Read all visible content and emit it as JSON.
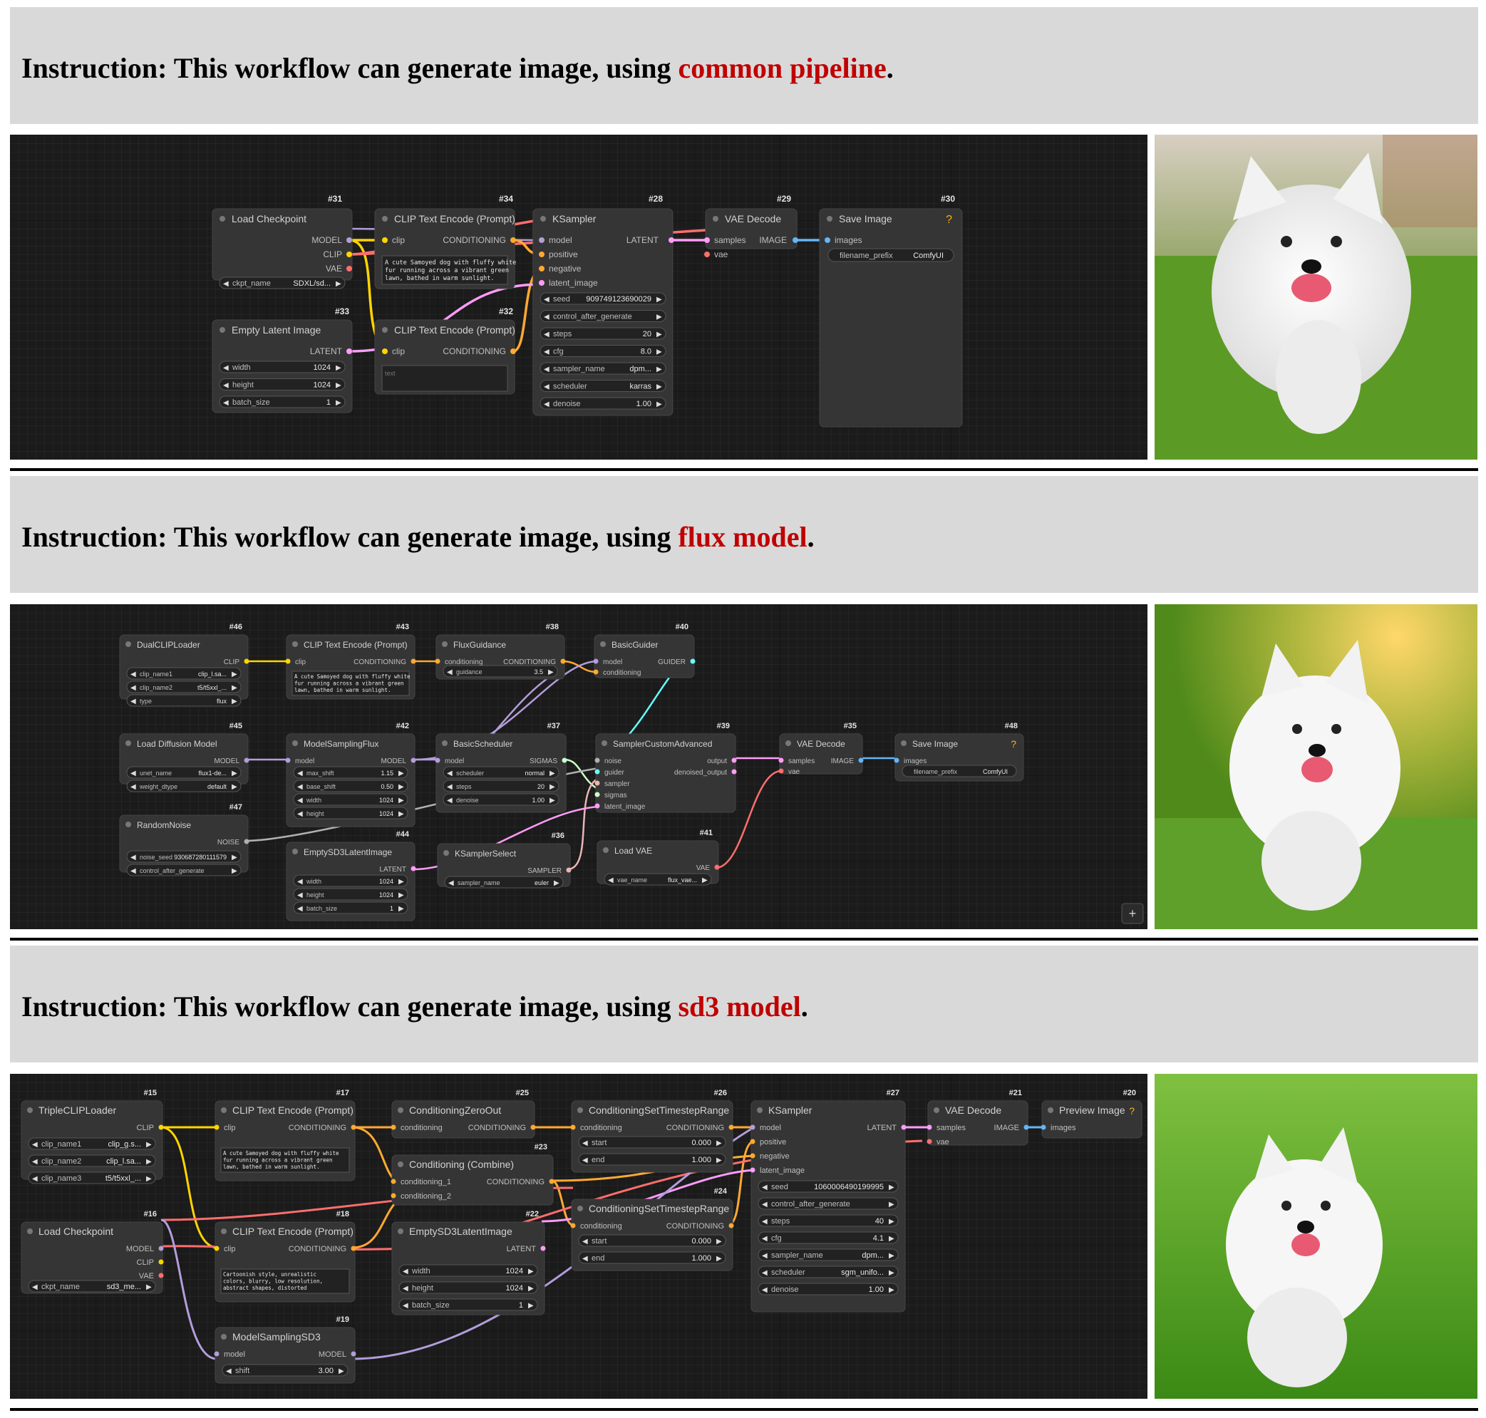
{
  "sections": [
    {
      "instruction_prefix": "Instruction: This workflow can generate image, using ",
      "instruction_highlight": "common pipeline",
      "instruction_suffix": ".",
      "nodes": {
        "load_checkpoint": {
          "id": "#31",
          "title": "Load Checkpoint",
          "outputs": [
            "MODEL",
            "CLIP",
            "VAE"
          ],
          "widget_name": "ckpt_name",
          "widget_value": "SDXL/sd..."
        },
        "clip_encode_pos": {
          "id": "#34",
          "title": "CLIP Text Encode (Prompt)",
          "input": "clip",
          "output": "CONDITIONING",
          "text": [
            "A cute Samoyed dog with fluffy white",
            "fur running across a vibrant green",
            "lawn, bathed in warm sunlight."
          ]
        },
        "ksampler": {
          "id": "#28",
          "title": "KSampler",
          "inputs": [
            "model",
            "positive",
            "negative",
            "latent_image"
          ],
          "output": "LATENT",
          "widgets": [
            {
              "name": "seed",
              "value": "909749123690029"
            },
            {
              "name": "control_after_generate",
              "value": ""
            },
            {
              "name": "steps",
              "value": "20"
            },
            {
              "name": "cfg",
              "value": "8.0"
            },
            {
              "name": "sampler_name",
              "value": "dpm..."
            },
            {
              "name": "scheduler",
              "value": "karras"
            },
            {
              "name": "denoise",
              "value": "1.00"
            }
          ]
        },
        "vae_decode": {
          "id": "#29",
          "title": "VAE Decode",
          "inputs": [
            "samples",
            "vae"
          ],
          "output": "IMAGE"
        },
        "save_image": {
          "id": "#30",
          "title": "Save Image",
          "input": "images",
          "widget_name": "filename_prefix",
          "widget_value": "ComfyUI",
          "help": "?"
        },
        "empty_latent": {
          "id": "#33",
          "title": "Empty Latent Image",
          "output": "LATENT",
          "widgets": [
            {
              "name": "width",
              "value": "1024"
            },
            {
              "name": "height",
              "value": "1024"
            },
            {
              "name": "batch_size",
              "value": "1"
            }
          ]
        },
        "clip_encode_neg": {
          "id": "#32",
          "title": "CLIP Text Encode (Prompt)",
          "input": "clip",
          "output": "CONDITIONING",
          "placeholder": "text"
        }
      },
      "image_description_icon": "samoyed-dog-photo"
    },
    {
      "instruction_prefix": "Instruction: This workflow can generate image, using ",
      "instruction_highlight": "flux model",
      "instruction_suffix": ".",
      "nodes": {
        "dual_clip": {
          "id": "#46",
          "title": "DualCLIPLoader",
          "output": "CLIP",
          "widgets": [
            {
              "name": "clip_name1",
              "value": "clip_l.sa..."
            },
            {
              "name": "clip_name2",
              "value": "t5/t5xxl_..."
            },
            {
              "name": "type",
              "value": "flux"
            }
          ]
        },
        "clip_encode": {
          "id": "#43",
          "title": "CLIP Text Encode (Prompt)",
          "input": "clip",
          "output": "CONDITIONING",
          "text": [
            "A cute Samoyed dog with fluffy white",
            "fur running across a vibrant green",
            "lawn, bathed in warm sunlight."
          ]
        },
        "flux_guidance": {
          "id": "#38",
          "title": "FluxGuidance",
          "input": "conditioning",
          "output": "CONDITIONING",
          "widget_name": "guidance",
          "widget_value": "3.5"
        },
        "basic_guider": {
          "id": "#40",
          "title": "BasicGuider",
          "inputs": [
            "model",
            "conditioning"
          ],
          "output": "GUIDER"
        },
        "load_diffusion": {
          "id": "#45",
          "title": "Load Diffusion Model",
          "output": "MODEL",
          "widgets": [
            {
              "name": "unet_name",
              "value": "flux1-de..."
            },
            {
              "name": "weight_dtype",
              "value": "default"
            }
          ]
        },
        "model_sampling_flux": {
          "id": "#42",
          "title": "ModelSamplingFlux",
          "input": "model",
          "output": "MODEL",
          "widgets": [
            {
              "name": "max_shift",
              "value": "1.15"
            },
            {
              "name": "base_shift",
              "value": "0.50"
            },
            {
              "name": "width",
              "value": "1024"
            },
            {
              "name": "height",
              "value": "1024"
            }
          ]
        },
        "basic_scheduler": {
          "id": "#37",
          "title": "BasicScheduler",
          "input": "model",
          "output": "SIGMAS",
          "widgets": [
            {
              "name": "scheduler",
              "value": "normal"
            },
            {
              "name": "steps",
              "value": "20"
            },
            {
              "name": "denoise",
              "value": "1.00"
            }
          ]
        },
        "sampler_custom": {
          "id": "#39",
          "title": "SamplerCustomAdvanced",
          "inputs": [
            "noise",
            "guider",
            "sampler",
            "sigmas",
            "latent_image"
          ],
          "outputs": [
            "output",
            "denoised_output"
          ]
        },
        "vae_decode": {
          "id": "#35",
          "title": "VAE Decode",
          "inputs": [
            "samples",
            "vae"
          ],
          "output": "IMAGE"
        },
        "save_image": {
          "id": "#48",
          "title": "Save Image",
          "input": "images",
          "widget_name": "filename_prefix",
          "widget_value": "ComfyUI",
          "help": "?"
        },
        "random_noise": {
          "id": "#47",
          "title": "RandomNoise",
          "output": "NOISE",
          "widgets": [
            {
              "name": "noise_seed",
              "value": "930687280111579"
            },
            {
              "name": "control_after_generate",
              "value": ""
            }
          ]
        },
        "empty_sd3_latent": {
          "id": "#44",
          "title": "EmptySD3LatentImage",
          "output": "LATENT",
          "widgets": [
            {
              "name": "width",
              "value": "1024"
            },
            {
              "name": "height",
              "value": "1024"
            },
            {
              "name": "batch_size",
              "value": "1"
            }
          ]
        },
        "ksampler_select": {
          "id": "#36",
          "title": "KSamplerSelect",
          "output": "SAMPLER",
          "widget_name": "sampler_name",
          "widget_value": "euler"
        },
        "load_vae": {
          "id": "#41",
          "title": "Load VAE",
          "output": "VAE",
          "widget_name": "vae_name",
          "widget_value": "flux_vae..."
        }
      },
      "plus_button": "+",
      "image_description_icon": "samoyed-dog-photo"
    },
    {
      "instruction_prefix": "Instruction: This workflow can generate image, using ",
      "instruction_highlight": "sd3 model",
      "instruction_suffix": ".",
      "nodes": {
        "triple_clip": {
          "id": "#15",
          "title": "TripleCLIPLoader",
          "output": "CLIP",
          "widgets": [
            {
              "name": "clip_name1",
              "value": "clip_g.s..."
            },
            {
              "name": "clip_name2",
              "value": "clip_l.sa..."
            },
            {
              "name": "clip_name3",
              "value": "t5/t5xxl_..."
            }
          ]
        },
        "clip_encode_pos": {
          "id": "#17",
          "title": "CLIP Text Encode (Prompt)",
          "input": "clip",
          "output": "CONDITIONING",
          "text": [
            "A cute Samoyed dog with fluffy white",
            "fur running across a vibrant green",
            "lawn, bathed in warm sunlight."
          ]
        },
        "cond_zero_out": {
          "id": "#25",
          "title": "ConditioningZeroOut",
          "input": "conditioning",
          "output": "CONDITIONING"
        },
        "cond_timestep_1": {
          "id": "#26",
          "title": "ConditioningSetTimestepRange",
          "input": "conditioning",
          "output": "CONDITIONING",
          "widgets": [
            {
              "name": "start",
              "value": "0.000"
            },
            {
              "name": "end",
              "value": "1.000"
            }
          ]
        },
        "ksampler": {
          "id": "#27",
          "title": "KSampler",
          "inputs": [
            "model",
            "positive",
            "negative",
            "latent_image"
          ],
          "output": "LATENT",
          "widgets": [
            {
              "name": "seed",
              "value": "1060006490199995"
            },
            {
              "name": "control_after_generate",
              "value": ""
            },
            {
              "name": "steps",
              "value": "40"
            },
            {
              "name": "cfg",
              "value": "4.1"
            },
            {
              "name": "sampler_name",
              "value": "dpm..."
            },
            {
              "name": "scheduler",
              "value": "sgm_unifo..."
            },
            {
              "name": "denoise",
              "value": "1.00"
            }
          ]
        },
        "vae_decode": {
          "id": "#21",
          "title": "VAE Decode",
          "inputs": [
            "samples",
            "vae"
          ],
          "output": "IMAGE"
        },
        "preview_image": {
          "id": "#20",
          "title": "Preview Image",
          "input": "images",
          "help": "?"
        },
        "cond_combine": {
          "id": "#23",
          "title": "Conditioning (Combine)",
          "inputs": [
            "conditioning_1",
            "conditioning_2"
          ],
          "output": "CONDITIONING"
        },
        "cond_timestep_2": {
          "id": "#24",
          "title": "ConditioningSetTimestepRange",
          "input": "conditioning",
          "output": "CONDITIONING",
          "widgets": [
            {
              "name": "start",
              "value": "0.000"
            },
            {
              "name": "end",
              "value": "1.000"
            }
          ]
        },
        "load_checkpoint": {
          "id": "#16",
          "title": "Load Checkpoint",
          "outputs": [
            "MODEL",
            "CLIP",
            "VAE"
          ],
          "widget_name": "ckpt_name",
          "widget_value": "sd3_me..."
        },
        "clip_encode_neg": {
          "id": "#18",
          "title": "CLIP Text Encode (Prompt)",
          "input": "clip",
          "output": "CONDITIONING",
          "text": [
            "Cartoonish style, unrealistic",
            "colors, blurry, low resolution,",
            "abstract shapes, distorted"
          ]
        },
        "empty_sd3_latent": {
          "id": "#22",
          "title": "EmptySD3LatentImage",
          "output": "LATENT",
          "widgets": [
            {
              "name": "width",
              "value": "1024"
            },
            {
              "name": "height",
              "value": "1024"
            },
            {
              "name": "batch_size",
              "value": "1"
            }
          ]
        },
        "model_sampling_sd3": {
          "id": "#19",
          "title": "ModelSamplingSD3",
          "input": "model",
          "output": "MODEL",
          "widget_name": "shift",
          "widget_value": "3.00"
        }
      },
      "image_description_icon": "samoyed-dog-photo"
    }
  ],
  "colors": {
    "highlight": "#c00000",
    "clip": "#ffd500",
    "model": "#b39ddb",
    "vae": "#ff6e6e",
    "latent": "#ff9cf9",
    "conditioning": "#ffa931",
    "image": "#64b5f6",
    "guider": "#66ffff",
    "sampler": "#ecb4b4",
    "sigmas": "#cdffcd",
    "noise": "#b0b0b0"
  }
}
